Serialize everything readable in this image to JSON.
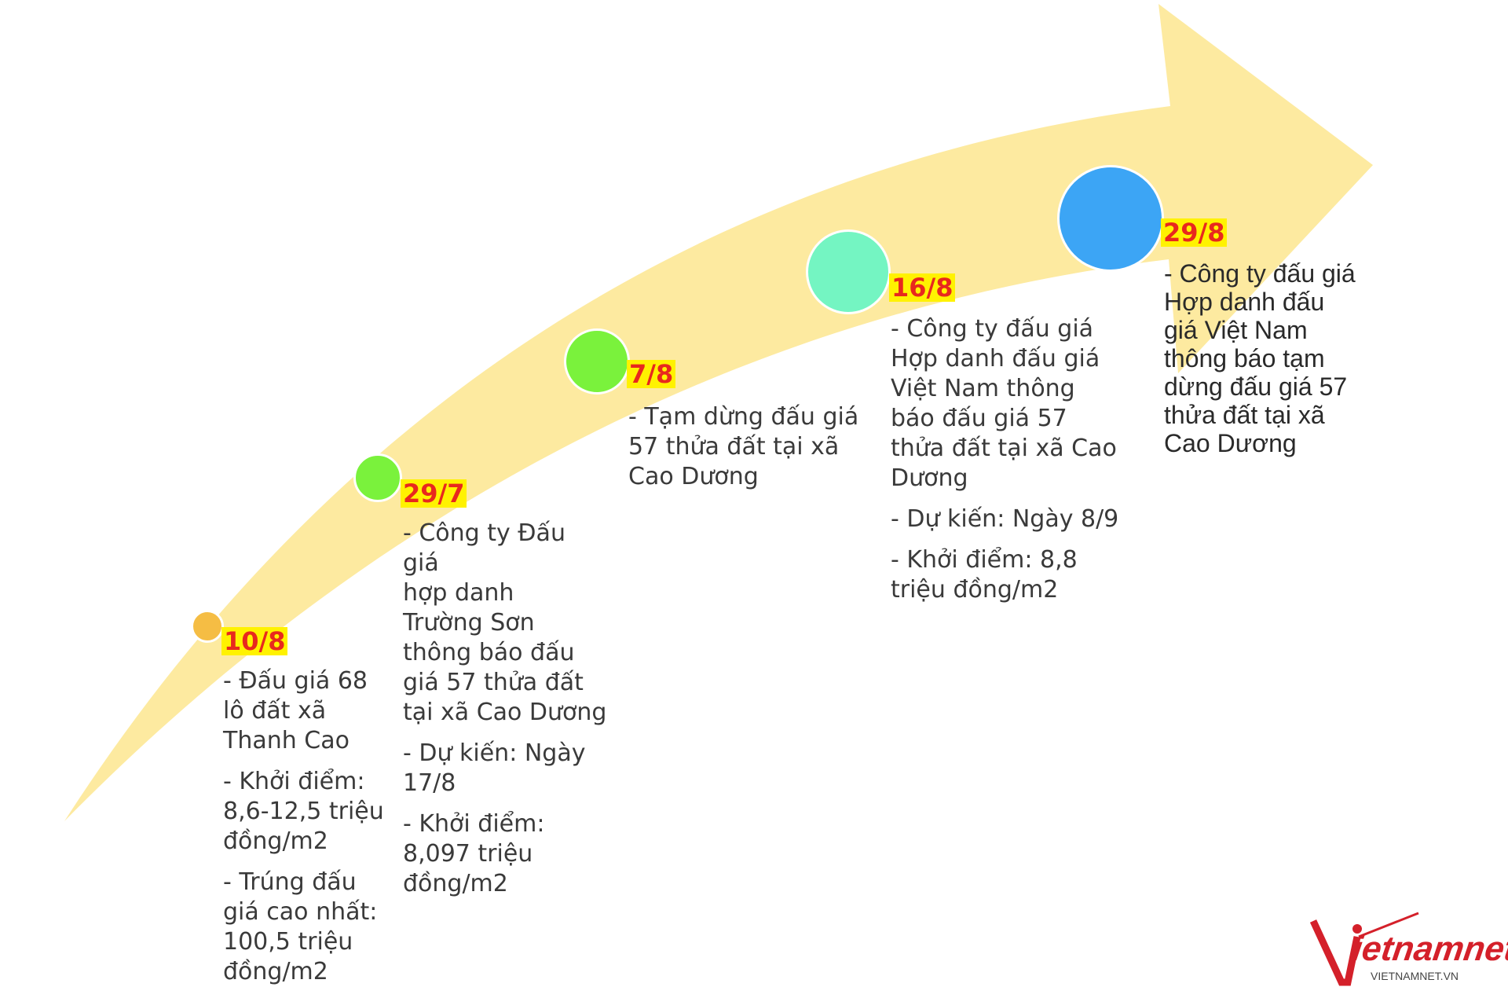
{
  "colors": {
    "arrow": "#fdeaa0",
    "date_text": "#e8281e",
    "date_highlight": "#fff200",
    "body_text": "#3a3a3a"
  },
  "milestones": [
    {
      "date": "10/8",
      "color": "#f5bd44",
      "lines": [
        "- Đấu giá 68\nlô đất xã\nThanh Cao",
        "- Khởi điểm:\n8,6-12,5 triệu\nđồng/m2",
        "- Trúng đấu\ngiá cao nhất:\n100,5 triệu\nđồng/m2"
      ]
    },
    {
      "date": "29/7",
      "color": "#7af23c",
      "lines": [
        "- Công ty Đấu giá\nhợp danh\nTrường Sơn\nthông báo đấu\ngiá 57 thửa đất\ntại xã Cao Dương",
        "- Dự kiến: Ngày\n17/8",
        "- Khởi điểm:\n8,097 triệu\nđồng/m2"
      ]
    },
    {
      "date": "7/8",
      "color": "#7af23c",
      "lines": [
        "- Tạm dừng đấu giá\n57 thửa đất tại xã\nCao Dương"
      ]
    },
    {
      "date": "16/8",
      "color": "#74f5c2",
      "lines": [
        "- Công ty đấu giá\nHợp danh đấu giá\nViệt Nam thông\nbáo đấu giá 57\nthửa đất tại xã Cao\nDương",
        "- Dự kiến: Ngày 8/9",
        "- Khởi điểm: 8,8\ntriệu đồng/m2"
      ]
    },
    {
      "date": "29/8",
      "color": "#3ca5f5",
      "lines": [
        "- Công ty đấu giá\nHợp danh đấu\ngiá Việt Nam\nthông báo tạm\ndừng đấu giá 57\nthửa đất tại xã\nCao Dương"
      ]
    }
  ],
  "logo": {
    "brand": "vietnamnet",
    "url": "VIETNAMNET.VN"
  }
}
